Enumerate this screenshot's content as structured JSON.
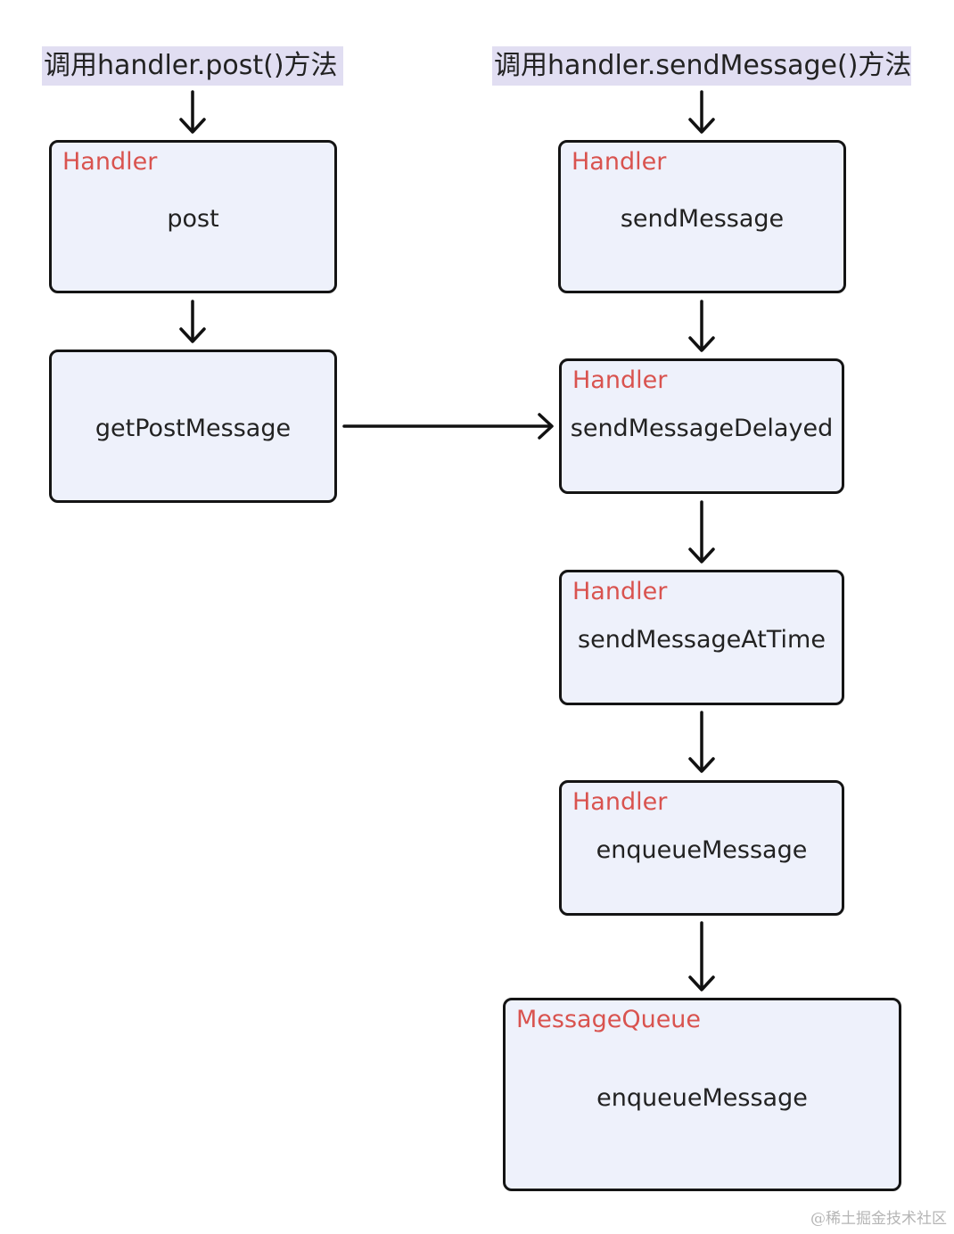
{
  "headings": {
    "left": "调用handler.post()方法",
    "right": "调用handler.sendMessage()方法"
  },
  "nodes": {
    "post": {
      "tag": "Handler",
      "name": "post"
    },
    "get_post_message": {
      "name": "getPostMessage"
    },
    "send_message": {
      "tag": "Handler",
      "name": "sendMessage"
    },
    "send_message_delayed": {
      "tag": "Handler",
      "name": "sendMessageDelayed"
    },
    "send_message_at_time": {
      "tag": "Handler",
      "name": "sendMessageAtTime"
    },
    "enqueue_message_handler": {
      "tag": "Handler",
      "name": "enqueueMessage"
    },
    "enqueue_message_queue": {
      "tag": "MessageQueue",
      "name": "enqueueMessage"
    }
  },
  "watermark": "@稀土掘金技术社区",
  "colors": {
    "heading_bg": "#e1def2",
    "box_fill": "#eef1fb",
    "box_border": "#141414",
    "tag_text": "#d9534f",
    "name_text": "#222222"
  }
}
